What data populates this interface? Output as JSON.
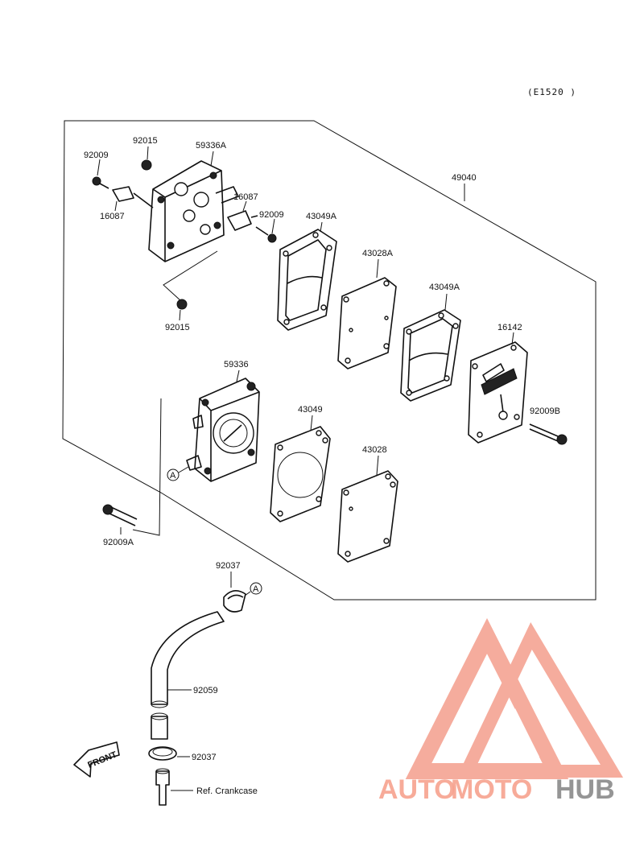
{
  "diagram_code": "(E1520 )",
  "assembly_ref": "49040",
  "labels": {
    "p92015_top": "92015",
    "p59336A": "59336A",
    "p92009_left": "92009",
    "p16087_left": "16087",
    "p16087_right": "16087",
    "p92009_right": "92009",
    "p43049A_1": "43049A",
    "p43028A": "43028A",
    "p43049A_2": "43049A",
    "p16142": "16142",
    "p92015_bottom": "92015",
    "p59336": "59336",
    "p43049": "43049",
    "p43028": "43028",
    "p92009B": "92009B",
    "p92009A": "92009A",
    "p92037_top": "92037",
    "p92059": "92059",
    "p92037_bottom": "92037",
    "ref_crankcase": "Ref. Crankcase"
  },
  "callouts": {
    "a1": "A",
    "a2": "A"
  },
  "front_label": "FRONT",
  "watermark": {
    "part1": "AUTO",
    "part2": "MOTO",
    "part3": "HUB",
    "color_main": "#f7a28f",
    "color_hub": "#8a8a8a"
  }
}
